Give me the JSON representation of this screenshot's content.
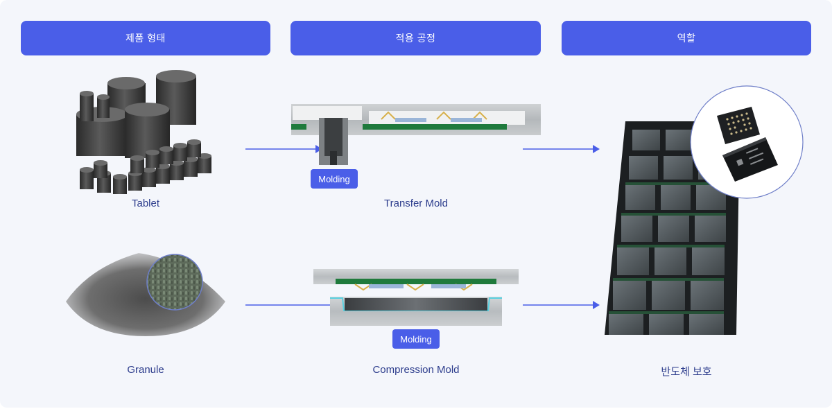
{
  "headers": {
    "product_form": "제품 형태",
    "process": "적용 공정",
    "role": "역할"
  },
  "products": {
    "tablet": "Tablet",
    "granule": "Granule"
  },
  "processes": {
    "transfer": "Transfer Mold",
    "compression": "Compression Mold",
    "molding_badge": "Molding"
  },
  "role": {
    "label": "반도체 보호"
  },
  "colors": {
    "accent": "#4a5ee8",
    "caption": "#2c3c8c",
    "background": "#f4f6fb"
  }
}
